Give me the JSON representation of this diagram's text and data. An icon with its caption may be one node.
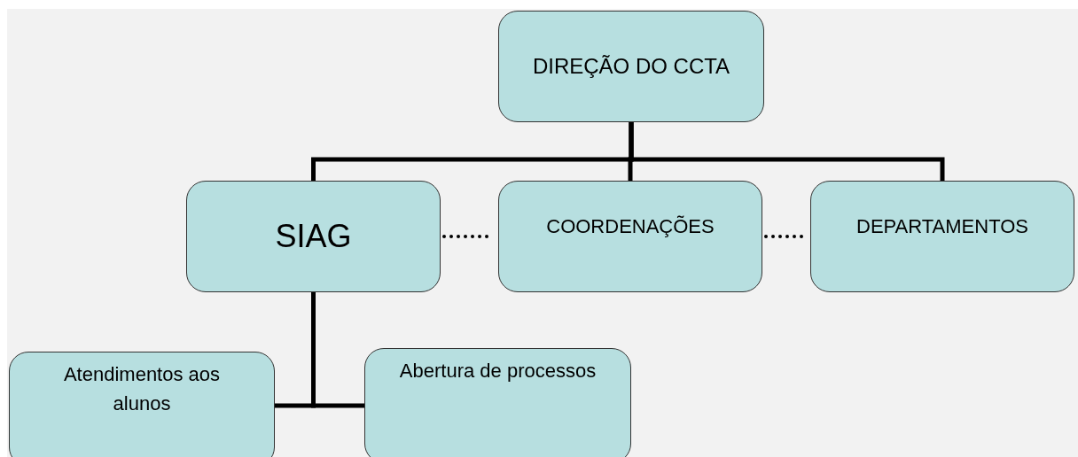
{
  "diagram": {
    "nodes": [
      {
        "text": [
          "DIREÇÃO DO CCTA"
        ]
      },
      {
        "text": [
          "SIAG"
        ]
      },
      {
        "text": [
          "COORDENAÇÕES"
        ]
      },
      {
        "text": [
          "DEPARTAMENTOS"
        ]
      },
      {
        "text": [
          "Atendimentos aos alunos"
        ]
      },
      {
        "text": [
          "Abertura de processos"
        ]
      }
    ],
    "edges": [
      {
        "from": 0,
        "to": 1,
        "arrow": "none"
      },
      {
        "from": 0,
        "to": 2,
        "arrow": "none"
      },
      {
        "from": 0,
        "to": 3,
        "arrow": "none"
      },
      {
        "from": 1,
        "to": 2,
        "arrow": "none",
        "style": "dashed"
      },
      {
        "from": 2,
        "to": 3,
        "arrow": "none",
        "style": "dashed"
      },
      {
        "from": 1,
        "to": 4,
        "arrow": "none"
      },
      {
        "from": 1,
        "to": 5,
        "arrow": "none"
      }
    ]
  }
}
